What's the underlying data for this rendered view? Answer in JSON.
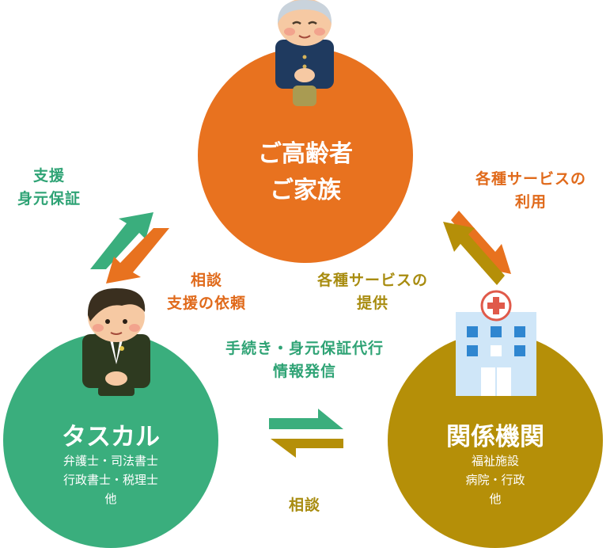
{
  "nodes": {
    "elderly": {
      "title_line1": "ご高齢者",
      "title_line2": "ご家族"
    },
    "tasukaru": {
      "title": "タスカル",
      "sub_line1": "弁護士・司法書士",
      "sub_line2": "行政書士・税理士",
      "sub_line3": "他"
    },
    "kankei": {
      "title": "関係機関",
      "sub_line1": "福祉施設",
      "sub_line2": "病院・行政",
      "sub_line3": "他"
    }
  },
  "edges": {
    "support_line1": "支援",
    "support_line2": "身元保証",
    "consult_line1": "相談",
    "consult_line2": "支援の依頼",
    "use_line1": "各種サービスの",
    "use_line2": "利用",
    "provide_line1": "各種サービスの",
    "provide_line2": "提供",
    "procedure_line1": "手続き・身元保証代行",
    "procedure_line2": "情報発信",
    "bottom_consult": "相談"
  },
  "colors": {
    "orange": "#e8721f",
    "green": "#3aae7d",
    "olive": "#b58f08",
    "building": "#cfe6f8"
  },
  "icons": [
    "elderly-person-icon",
    "businessman-icon",
    "hospital-building-icon"
  ]
}
